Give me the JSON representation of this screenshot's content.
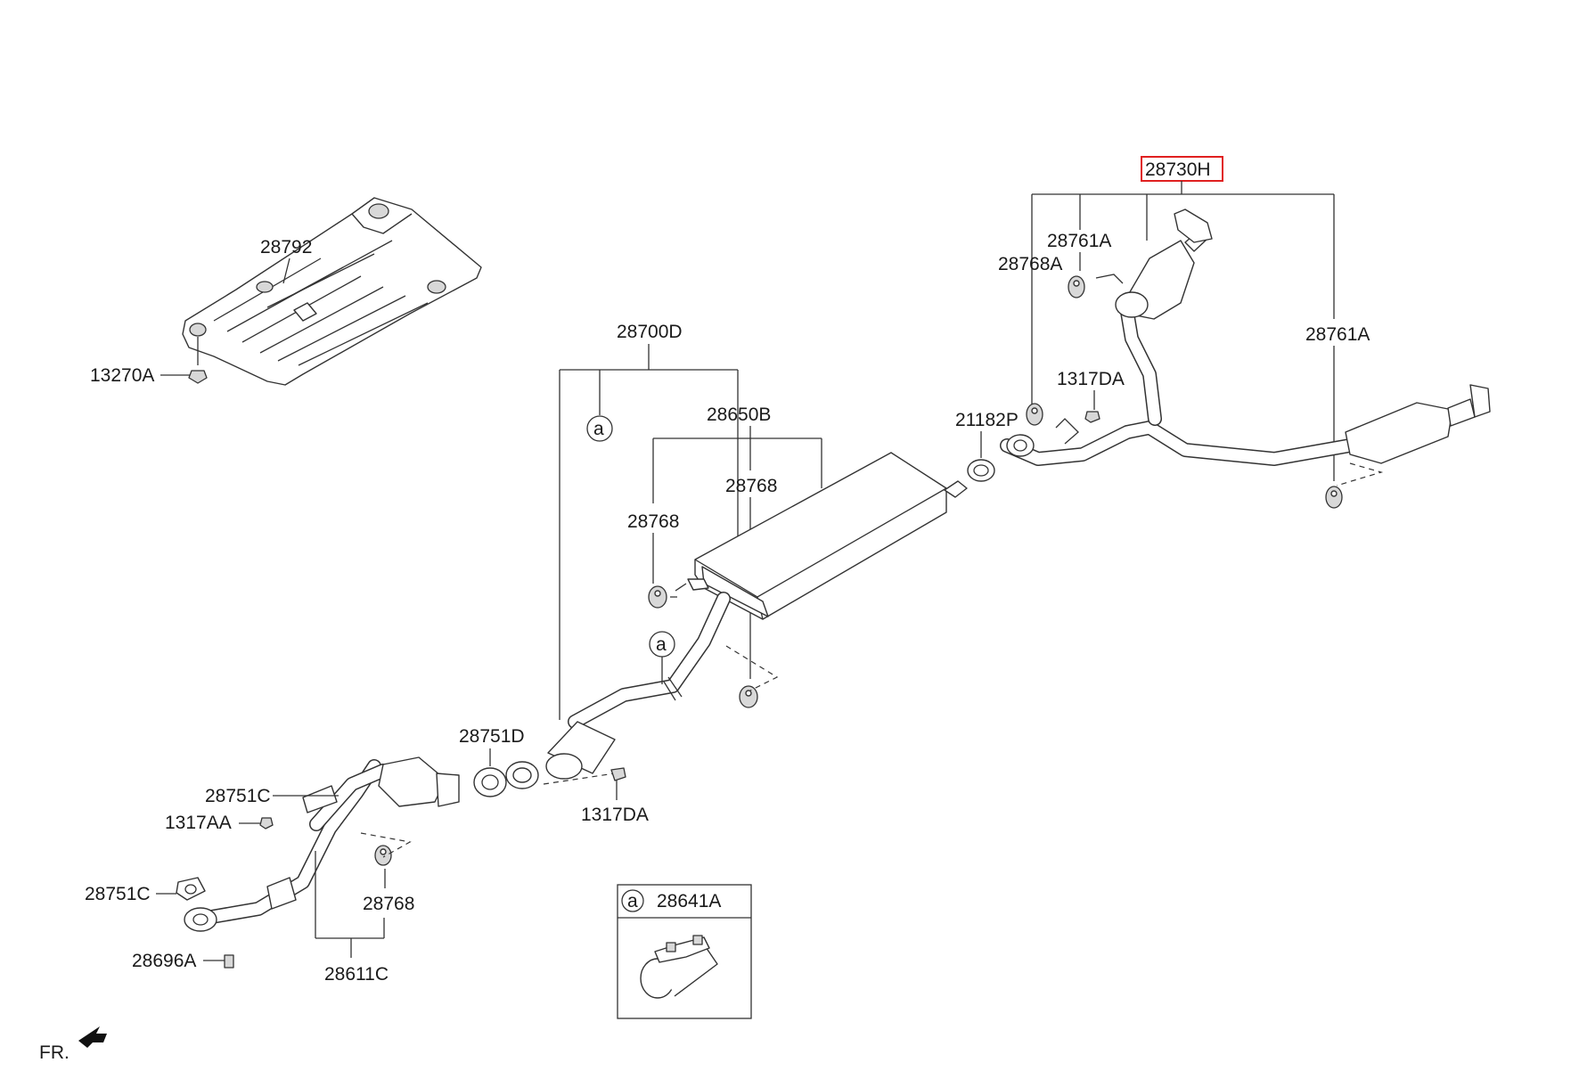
{
  "labels": {
    "p28792": "28792",
    "p13270A": "13270A",
    "p28700D": "28700D",
    "p28650B": "28650B",
    "p28768_mid": "28768",
    "p28768_left": "28768",
    "p28730H": "28730H",
    "p28761A_top": "28761A",
    "p28768A": "28768A",
    "p28761A_right": "28761A",
    "p1317DA_top": "1317DA",
    "p21182P": "21182P",
    "p28751D": "28751D",
    "p28751C_top": "28751C",
    "p1317AA": "1317AA",
    "p1317DA_bot": "1317DA",
    "p28751C_bot": "28751C",
    "p28768_bot": "28768",
    "p28696A": "28696A",
    "p28611C": "28611C",
    "p28641A": "28641A",
    "circle_a": "a",
    "fr": "FR."
  },
  "highlight": {
    "part": "28730H",
    "color": "#e02020"
  }
}
